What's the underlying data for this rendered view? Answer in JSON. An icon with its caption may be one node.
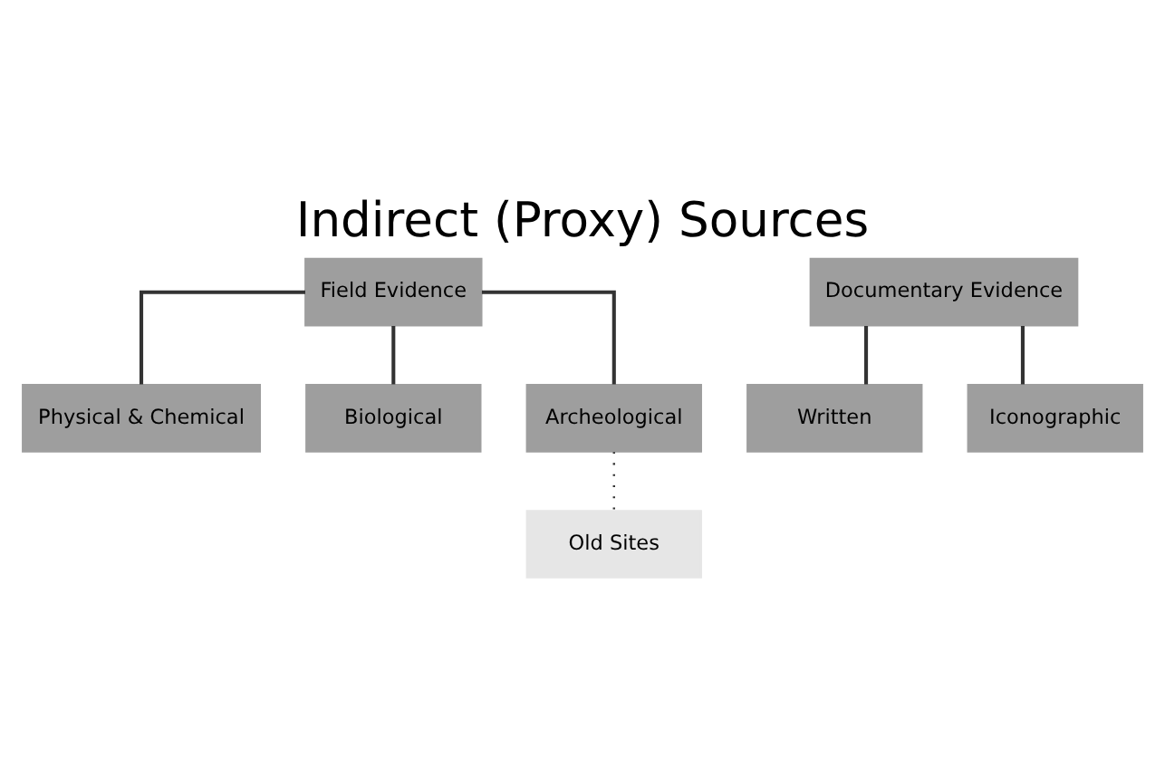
{
  "diagram": {
    "title": "Indirect (Proxy) Sources",
    "nodes": [
      {
        "text": [
          "Field Evidence"
        ]
      },
      {
        "text": [
          "Physical & Chemical"
        ]
      },
      {
        "text": [
          "Biological"
        ]
      },
      {
        "text": [
          "Archeological"
        ]
      },
      {
        "text": [
          "Old Sites"
        ]
      },
      {
        "text": [
          "Documentary Evidence"
        ]
      },
      {
        "text": [
          "Written"
        ]
      },
      {
        "text": [
          "Iconographic"
        ]
      }
    ],
    "edges": [
      {
        "from": 0,
        "to": 1,
        "arrow": "none"
      },
      {
        "from": 0,
        "to": 2,
        "arrow": "none"
      },
      {
        "from": 0,
        "to": 3,
        "arrow": "none"
      },
      {
        "from": 3,
        "to": 4,
        "arrow": "none",
        "style": "dashed"
      },
      {
        "from": 5,
        "to": 6,
        "arrow": "none"
      },
      {
        "from": 5,
        "to": 7,
        "arrow": "none"
      }
    ]
  }
}
